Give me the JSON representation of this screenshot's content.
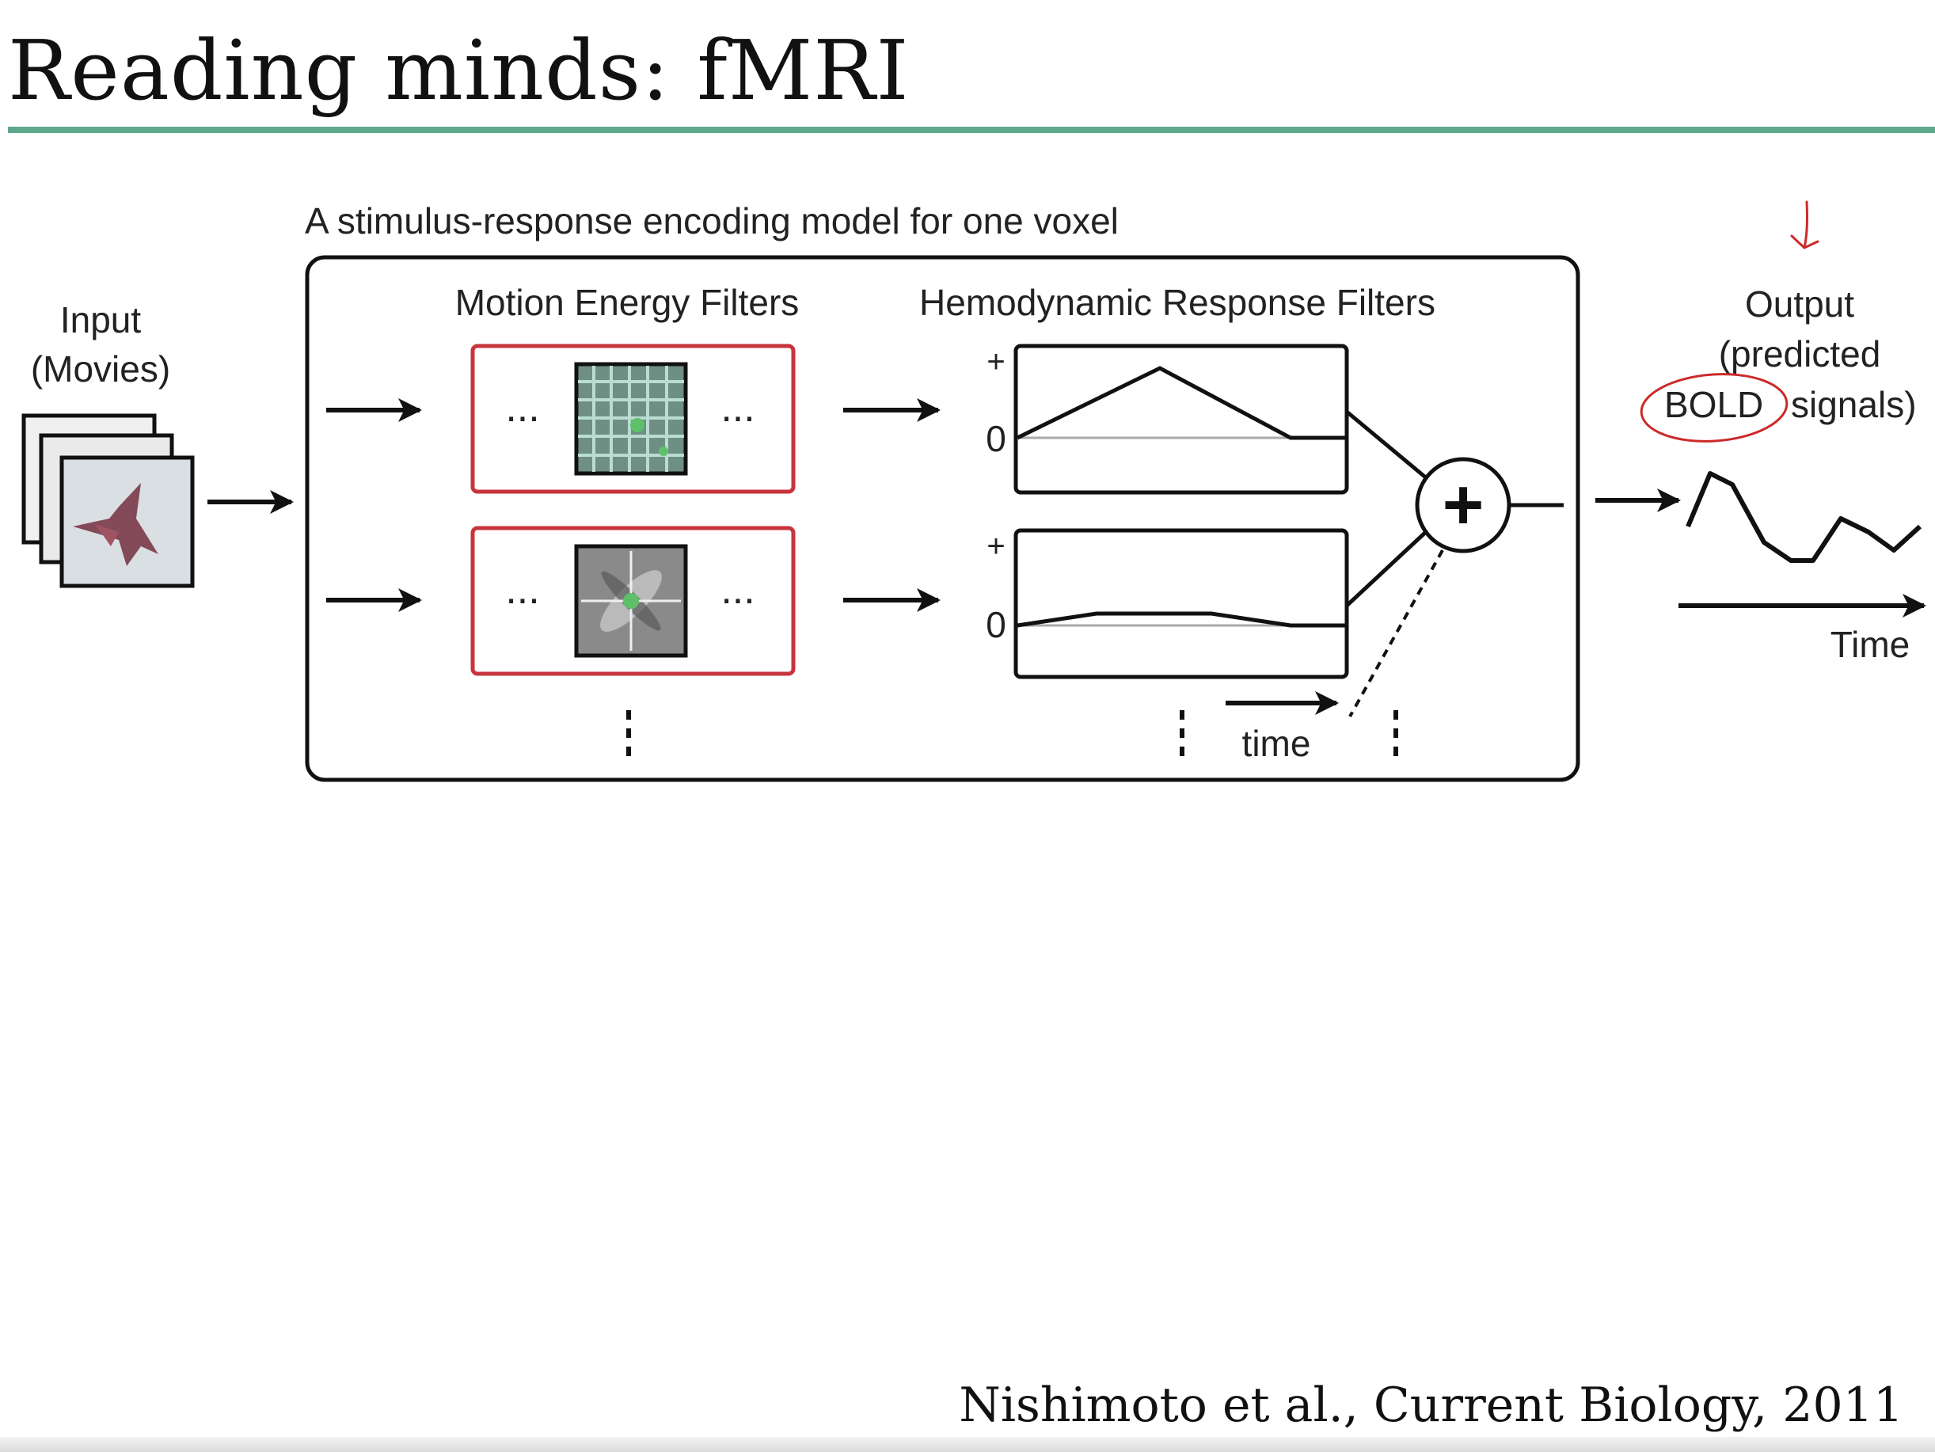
{
  "slide": {
    "title": "Reading minds: fMRI",
    "citation": "Nishimoto et al., Current Biology, 2011"
  },
  "diagram": {
    "caption": "A stimulus-response encoding model for one voxel",
    "input_label_line1": "Input",
    "input_label_line2": "(Movies)",
    "motion_filters_header": "Motion Energy Filters",
    "hemodynamic_filters_header": "Hemodynamic Response Filters",
    "ellipsis": "...",
    "plus_tick": "+",
    "zero_tick": "0",
    "inner_time_label": "time",
    "output_label_line1": "Output",
    "output_label_line2": "(predicted",
    "output_label_line3_a": "BOLD",
    "output_label_line3_b": "signals)",
    "output_time_label": "Time",
    "sum_symbol": "+"
  },
  "colors": {
    "title_rule": "#5ea98c",
    "filter_box_border": "#c8343c",
    "annotation_red": "#cc2a2a",
    "filter_green": "#5fc06a"
  }
}
